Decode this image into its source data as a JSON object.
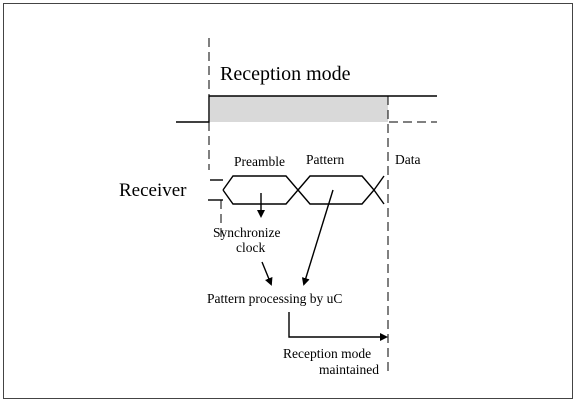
{
  "labels": {
    "reception_mode": "Reception mode",
    "preamble": "Preamble",
    "pattern": "Pattern",
    "data": "Data",
    "receiver": "Receiver",
    "synchronize_line1": "Synchronize",
    "synchronize_line2": "clock",
    "pattern_processing": "Pattern processing by uC",
    "maintained_line1": "Reception mode",
    "maintained_line2": "maintained"
  },
  "colors": {
    "line": "#000000",
    "shade": "#d9d9d9",
    "frame": "#444444",
    "background": "#ffffff"
  }
}
